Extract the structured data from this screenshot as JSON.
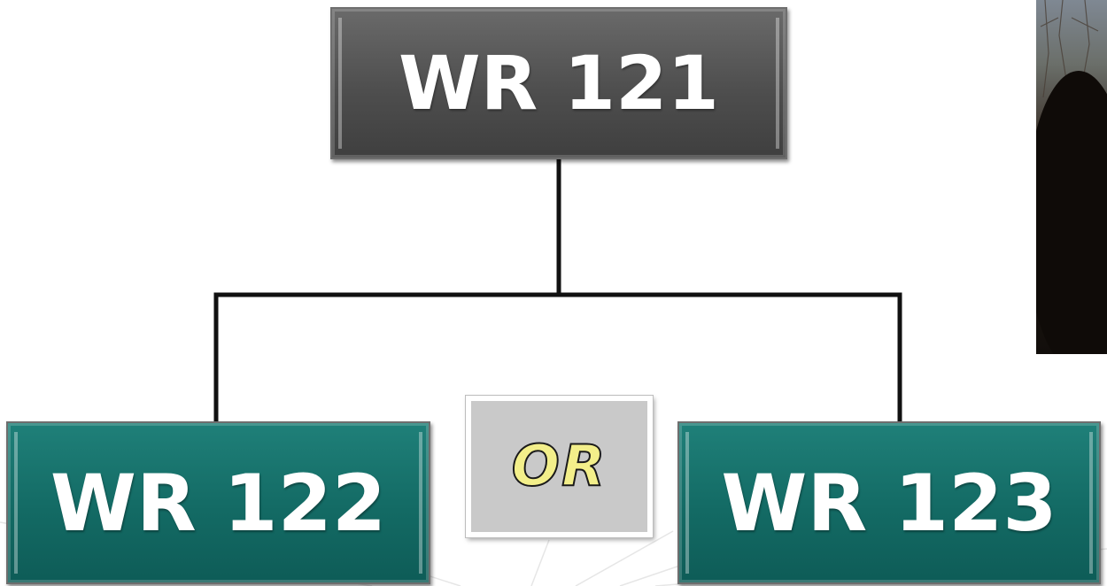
{
  "diagram": {
    "top_box": {
      "label": "WR 121",
      "color": "#555555"
    },
    "left_box": {
      "label": "WR 122",
      "color": "#136a64"
    },
    "right_box": {
      "label": "WR 123",
      "color": "#136a64"
    },
    "connector_word": {
      "label": "OR",
      "fill": "#f3ef8a"
    }
  },
  "photo": {
    "description": ""
  }
}
